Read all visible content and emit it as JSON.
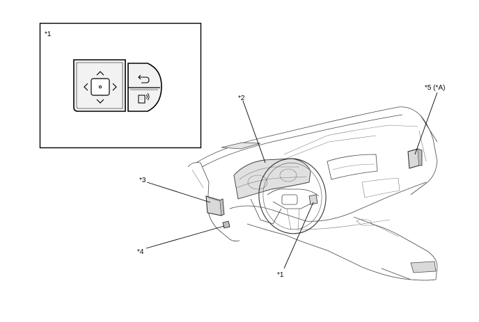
{
  "callouts": {
    "inset": "*1",
    "switch": "*1",
    "meter": "*2",
    "ecu": "*3",
    "connector": "*4",
    "module": "*5 (*A)"
  },
  "colors": {
    "line": "#000000",
    "switch_face": "#f2f2f2",
    "component_fill": "#d9d9d9"
  },
  "icons": [
    "up-arrow-icon",
    "down-arrow-icon",
    "left-arrow-icon",
    "right-arrow-icon",
    "center-button-icon",
    "back-icon",
    "voice-icon"
  ]
}
